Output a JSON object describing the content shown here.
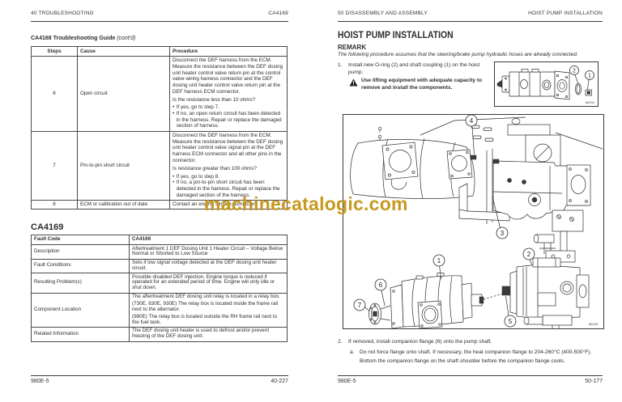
{
  "watermark": {
    "text": "machinecatalogic.com",
    "color": "#C7991E"
  },
  "left_page": {
    "header_left": "40 TROUBLESHOOTING",
    "header_right": "CA4169",
    "section_title": "CA4168 Troubleshooting Guide",
    "section_title_suffix": "(cont'd)",
    "table1": {
      "headers": [
        "Steps",
        "Cause",
        "Procedure"
      ],
      "rows": [
        {
          "step": "6",
          "cause": "Open circuit",
          "procedure_para": "Disconnect the DEF harness from the ECM. Measure the resistance between the DEF dosing unit heater control valve return pin at the control valve wiring harness connector and the DEF dosing unit heater control valve return pin at the DEF harness ECM connector.",
          "question": "Is the resistance less than 10 ohms?",
          "bullets": [
            "If yes, go to step 7.",
            "If no, an open return circuit has been detected in the harness. Repair or replace the damaged section of harness."
          ]
        },
        {
          "step": "7",
          "cause": "Pin-to-pin short circuit",
          "procedure_para": "Disconnect the DEF harness from the ECM. Measure the resistance between the DEF dosing unit heater control valve signal pin at the DEF harness ECM connector and all other pins in the connector.",
          "question": "Is resistance greater than 100 ohms?",
          "bullets": [
            "If yes, go to step 8.",
            "If no, a pin-to-pin short circuit has been detected in the harness. Repair or replace the damaged section of the harness."
          ]
        },
        {
          "step": "8",
          "cause": "ECM or calibration out of date",
          "procedure_para": "Contact an engine service technician."
        }
      ]
    },
    "section2_title": "CA4169",
    "table2": {
      "rows": [
        {
          "label": "Fault Code",
          "value": "CA4169"
        },
        {
          "label": "Description",
          "value": "Aftertreatment 1 DEF Dosing Unit 1 Heater Circuit – Voltage Below Normal or Shorted to Low Source"
        },
        {
          "label": "Fault Conditions",
          "value": "Sets if low signal voltage detected at the DEF dosing unit heater circuit."
        },
        {
          "label": "Resulting Problem(s)",
          "value": "Possible disabled DEF injection. Engine torque is reduced if operated for an extended period of time. Engine will only idle or shut down."
        },
        {
          "label": "Component Location",
          "value_paras": [
            "The aftertreatment DEF dosing unit relay is located in a relay box.",
            "(730E, 830E, 930E) The relay box is located inside the frame rail next to the alternator.",
            "(980E) The relay box is located outside the RH frame rail next to the fuel tank."
          ]
        },
        {
          "label": "Related Information",
          "value": "The DEF dosing unit heater is used to defrost and/or prevent freezing of the DEF dosing unit."
        }
      ]
    },
    "footer_left": "980E-5",
    "footer_right": "40-227"
  },
  "right_page": {
    "header_left": "50 DISASSEMBLY AND ASSEMBLY",
    "header_right": "HOIST PUMP INSTALLATION",
    "title": "HOIST PUMP INSTALLATION",
    "remark_label": "REMARK",
    "remark_text": "The following procedure assumes that the steering/brake pump hydraulic hoses are already connected.",
    "step1_number": "1.",
    "step1_text": "Install new O-ring (2) and shaft coupling (1) on the hoist pump.",
    "warning_text": "Use lifting equipment with adequate capacity to remove and install the components.",
    "figure_small": {
      "number": "86434",
      "callout_2": "2",
      "callout_1": "1"
    },
    "figure_large": {
      "number": "86433",
      "callout_1": "1",
      "callout_2": "2",
      "callout_3": "3",
      "callout_4": "4",
      "callout_5": "5",
      "callout_6": "6",
      "callout_7": "7"
    },
    "step2_number": "2.",
    "step2_text": "If removed, install companion flange (6) onto the pump shaft.",
    "step2a_label": "a.",
    "step2a_line1": "Do not force flange onto shaft. If necessary, the heat companion flange to 204-260°C (400-500°F).",
    "step2a_line2": "Bottom the companion flange on the shaft shoulder before the companion flange cools.",
    "footer_left": "980E-5",
    "footer_right": "50-177"
  }
}
